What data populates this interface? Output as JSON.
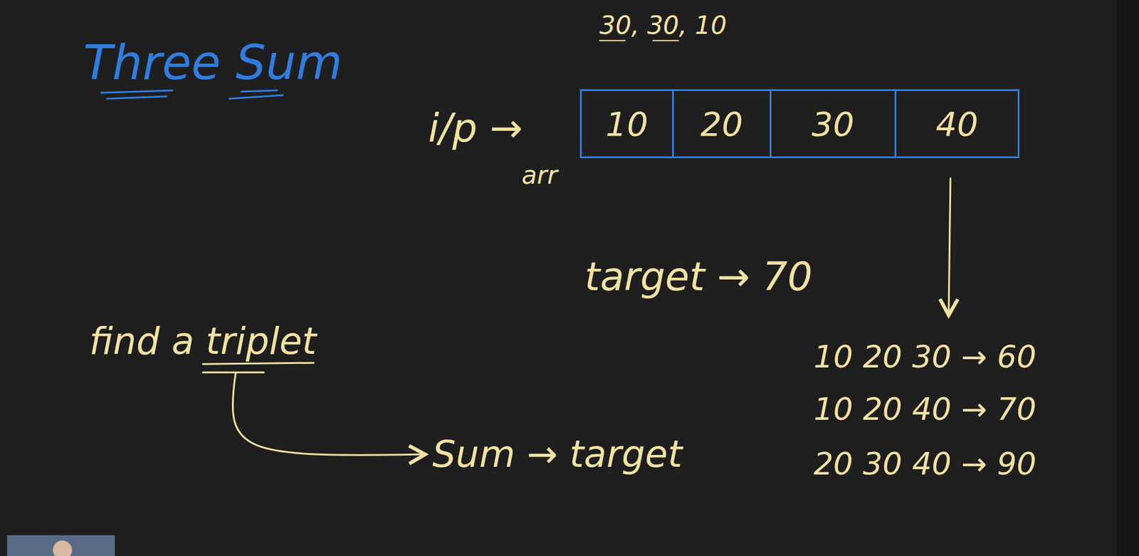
{
  "diagram": {
    "title": "Three Sum",
    "nodes": [
      {
        "text": [
          "10"
        ]
      },
      {
        "text": [
          "20"
        ]
      },
      {
        "text": [
          "30"
        ]
      },
      {
        "text": [
          "40"
        ]
      }
    ],
    "labels": [
      "30, 30, 10",
      "i/p →",
      "arr",
      "target → 70",
      "10 20 30 → 60",
      "10 20 40 → 70",
      "20 30 40 → 90",
      "find a triplet",
      "Sum → target"
    ]
  }
}
